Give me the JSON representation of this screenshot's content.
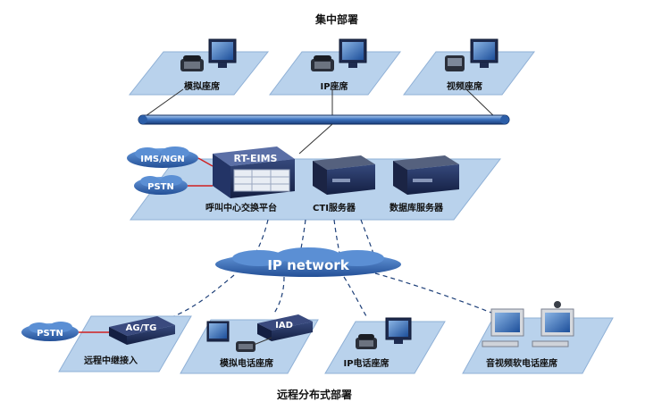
{
  "titles": {
    "top": "集中部署",
    "bottom": "远程分布式部署"
  },
  "central_seats": {
    "analog": "模拟座席",
    "ip": "IP座席",
    "video": "视频座席"
  },
  "core": {
    "ims_ngn": "IMS/NGN",
    "pstn": "PSTN",
    "rt_eims": "RT-EIMS",
    "switch_platform": "呼叫中心交换平台",
    "cti_server": "CTI服务器",
    "db_server": "数据库服务器"
  },
  "network": {
    "ip_network": "IP network"
  },
  "remote": {
    "pstn": "PSTN",
    "ag_tg": "AG/TG",
    "relay_access": "远程中继接入",
    "iad": "IAD",
    "analog_phone_seat": "模拟电话座席",
    "ip_phone_seat": "IP电话座席",
    "av_softphone_seat": "音视频软电话座席"
  },
  "colors": {
    "platform_fill": "#b9d2ec",
    "platform_edge": "#8fb0d6",
    "bus": "#3e74c0",
    "cloud": "#3c76c4",
    "device_dark": "#1f2f5e",
    "link_red": "#d02020"
  }
}
